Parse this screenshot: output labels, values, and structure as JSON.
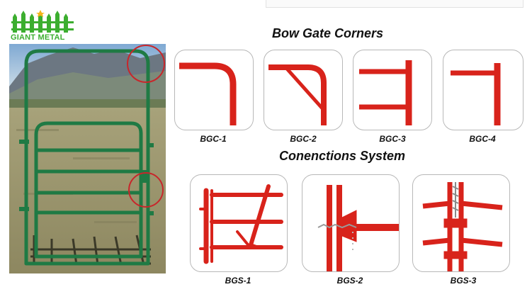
{
  "brand": {
    "name": "GIANT METAL",
    "color": "#3cae2f"
  },
  "section_corners": {
    "title": "Bow Gate Corners",
    "items": [
      {
        "code": "BGC-1"
      },
      {
        "code": "BGC-2"
      },
      {
        "code": "BGC-3"
      },
      {
        "code": "BGC-4"
      }
    ]
  },
  "section_connections": {
    "title": "Conenctions System",
    "items": [
      {
        "code": "BGS-1"
      },
      {
        "code": "BGS-2"
      },
      {
        "code": "BGS-3"
      }
    ]
  },
  "colors": {
    "pipe_red": "#d8231b",
    "gate_green": "#1f7a44",
    "highlight_circle": "#c8262b"
  }
}
